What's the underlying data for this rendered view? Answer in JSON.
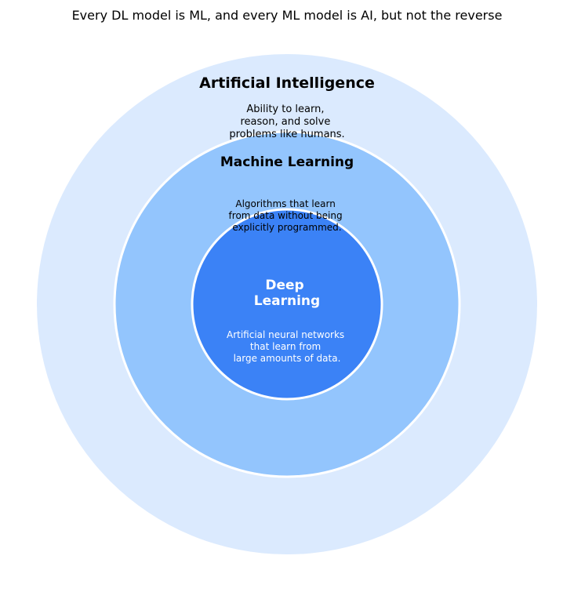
{
  "title": "Every DL model is ML, and every ML model is AI, but not the reverse",
  "colors": {
    "ai": "#dbeafe",
    "ml": "#93c5fd",
    "dl": "#3b82f6",
    "border": "#ffffff",
    "dark_text": "#000000",
    "light_text": "#ffffff"
  },
  "layers": {
    "ai": {
      "label": "Artificial Intelligence",
      "description": [
        "Ability to learn,",
        "reason, and solve",
        "problems like humans."
      ]
    },
    "ml": {
      "label": "Machine Learning",
      "description": [
        "Algorithms that learn",
        "from data without being",
        "explicitly programmed."
      ]
    },
    "dl": {
      "label": [
        "Deep",
        "Learning"
      ],
      "description": [
        "Artificial neural networks",
        "that learn from",
        "large amounts of data."
      ]
    }
  }
}
